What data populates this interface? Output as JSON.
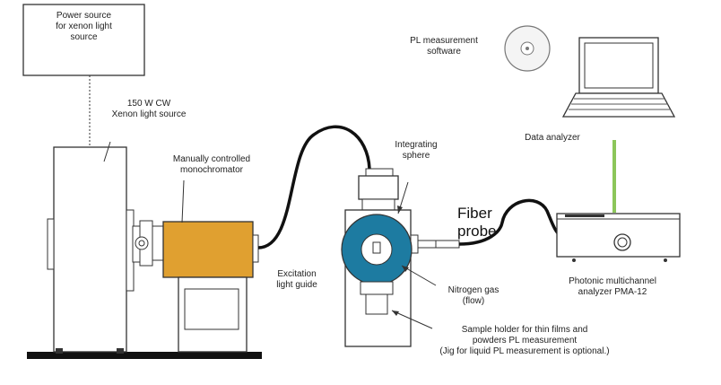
{
  "labels": {
    "power_source": [
      "Power source",
      "for xenon light",
      "source"
    ],
    "xenon": [
      "150 W CW",
      "Xenon light source"
    ],
    "monochromator": [
      "Manually controlled",
      "monochromator"
    ],
    "excitation": [
      "Excitation",
      "light guide"
    ],
    "integrating": [
      "Integrating",
      "sphere"
    ],
    "fiber": [
      "Fiber",
      "probe"
    ],
    "nitrogen": [
      "Nitrogen gas",
      "(flow)"
    ],
    "sample_holder": [
      "Sample holder for thin films and",
      "powders PL measurement",
      "(Jig for liquid PL measurement is optional.)"
    ],
    "pl_software": [
      "PL measurement",
      "software"
    ],
    "data_analyzer": "Data analyzer",
    "pma": [
      "Photonic multichannel",
      "analyzer  PMA-12"
    ]
  },
  "colors": {
    "monochromator": "#E0A030",
    "sphere": "#1D7BA1",
    "data_link": "#8CC65A",
    "outline": "#333333"
  },
  "icons": {
    "cd": "cd-disc-icon",
    "laptop": "laptop-icon"
  }
}
